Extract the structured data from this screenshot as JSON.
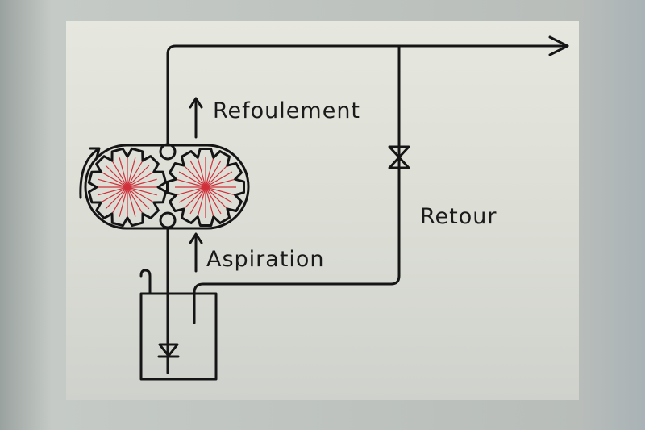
{
  "labels": {
    "discharge": "Refoulement",
    "suction": "Aspiration",
    "return": "Retour"
  },
  "colors": {
    "line": "#151515",
    "spokes": "#d0303a"
  }
}
